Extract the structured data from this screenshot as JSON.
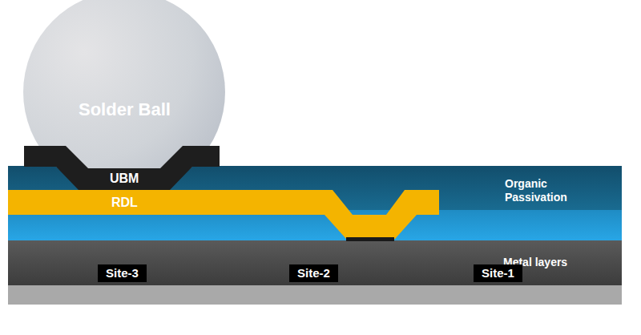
{
  "diagram": {
    "nodes": [
      {
        "text": [
          "Solder Ball"
        ]
      },
      {
        "text": [
          "UBM"
        ]
      },
      {
        "text": [
          "RDL"
        ]
      },
      {
        "text": [
          "Organic Passivation"
        ]
      },
      {
        "text": [
          "Metal layers"
        ]
      },
      {
        "text": [
          "Site-3"
        ],
        "in": 4
      },
      {
        "text": [
          "Site-2"
        ],
        "in": 4
      },
      {
        "text": [
          "Site-1"
        ],
        "in": 4
      }
    ]
  }
}
